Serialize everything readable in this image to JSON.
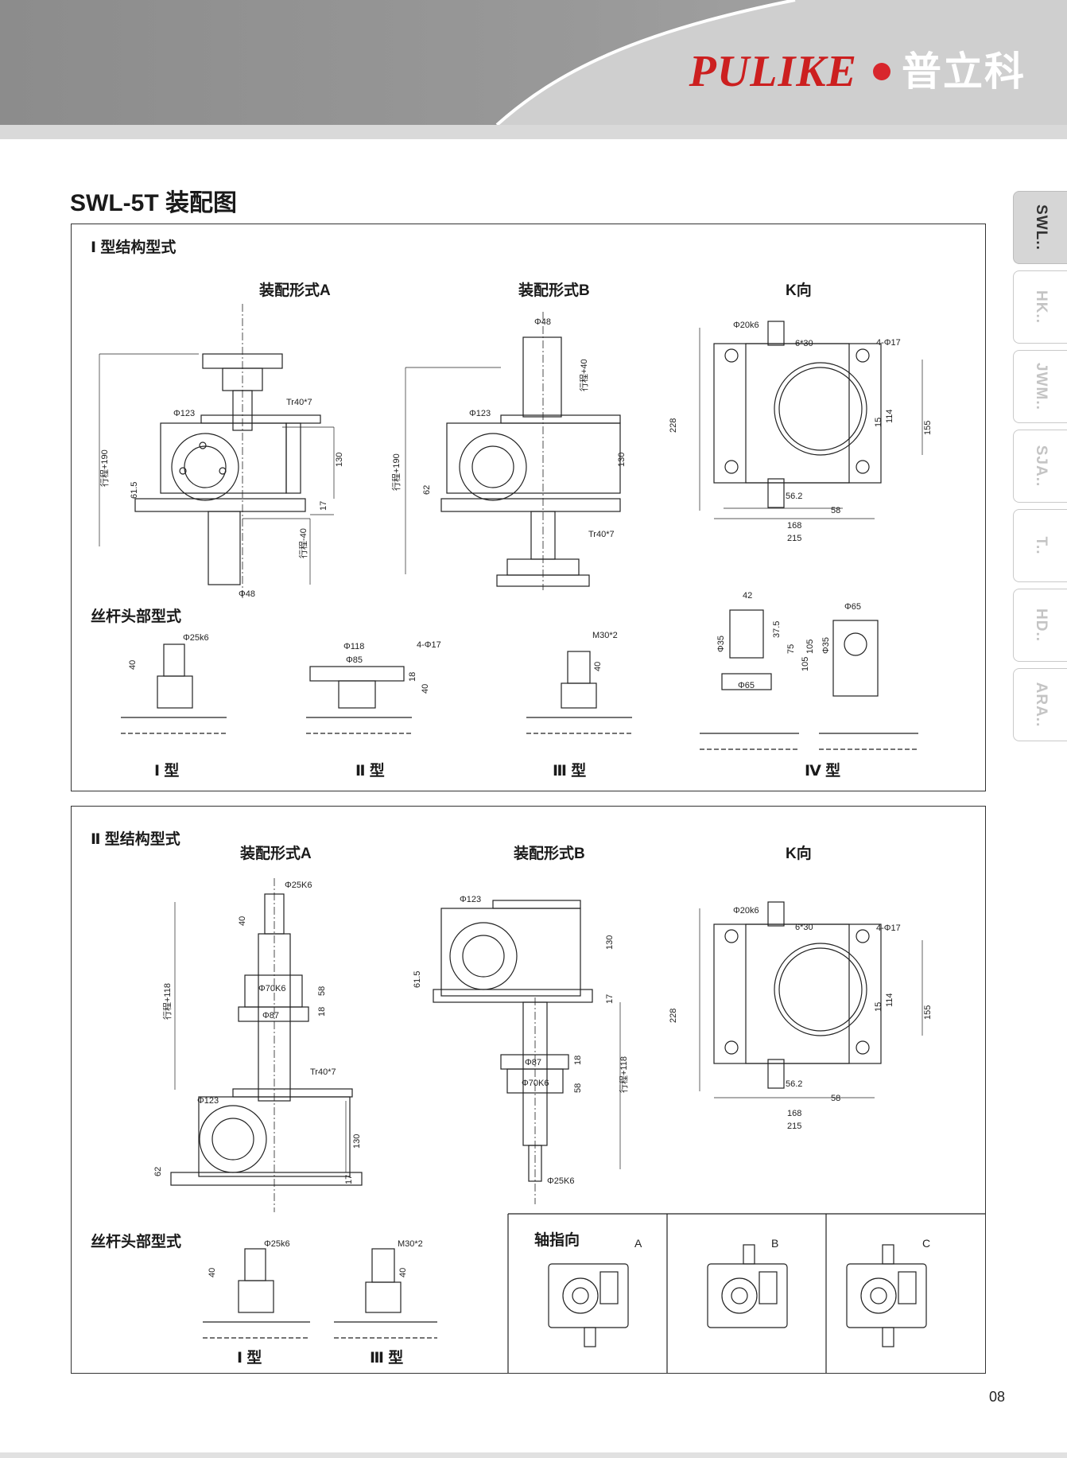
{
  "brand": {
    "latin": "PULIKE",
    "cn": "普立科"
  },
  "title": "SWL-5T 装配图",
  "tabs": [
    "SWL..",
    "HK..",
    "JWM..",
    "SJA..",
    "T..",
    "HD..",
    "ARA.."
  ],
  "active_tab": "SWL..",
  "page_number": "08",
  "panel1": {
    "heading": "Ⅰ 型结构型式",
    "views": [
      "装配形式A",
      "装配形式B",
      "K向"
    ],
    "head_types_title": "丝杆头部型式",
    "head_types": [
      "Ⅰ 型",
      "Ⅱ 型",
      "Ⅲ 型",
      "Ⅳ 型"
    ],
    "dims": {
      "tr": "Tr40*7",
      "d123": "Φ123",
      "d48": "Φ48",
      "stroke190": "行程+190",
      "stroke40": "行程+40",
      "stroke_m40": "行程-40",
      "h130": "130",
      "h17": "17",
      "h61_5": "61.5",
      "h62": "62",
      "d20k6": "Φ20k6",
      "d6x30": "6*30",
      "holes": "4-Φ17",
      "h228": "228",
      "h114": "114",
      "h155": "155",
      "h15": "15",
      "w56_2": "56.2",
      "w58": "58",
      "w168": "168",
      "w215": "215",
      "d25k6": "Φ25k6",
      "h40": "40",
      "d118": "Φ118",
      "d85": "Φ85",
      "h18": "18",
      "m30": "M30*2",
      "w42": "42",
      "d35": "Φ35",
      "h37_5": "37.5",
      "h75": "75",
      "h105": "105",
      "d65": "Φ65"
    }
  },
  "panel2": {
    "heading": "Ⅱ 型结构型式",
    "views": [
      "装配形式A",
      "装配形式B",
      "K向"
    ],
    "head_types_title": "丝杆头部型式",
    "head_types": [
      "Ⅰ 型",
      "Ⅲ 型"
    ],
    "shaft_title": "轴指向",
    "shaft_labels": [
      "A",
      "B",
      "C"
    ],
    "dims": {
      "d25K6": "Φ25K6",
      "d70K6": "Φ70K6",
      "d87": "Φ87",
      "stroke118": "行程+118",
      "h58": "58"
    }
  }
}
